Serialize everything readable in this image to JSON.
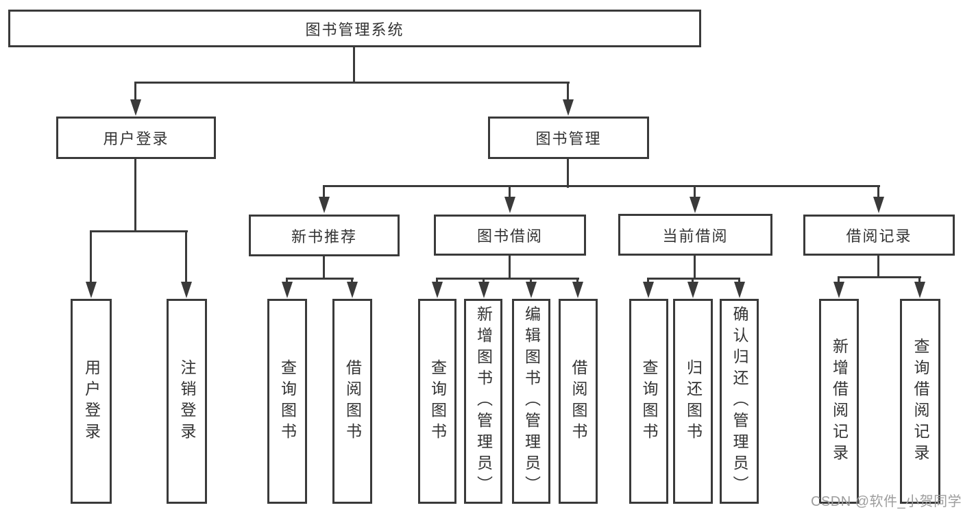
{
  "diagram": {
    "title": "图书管理系统",
    "level1": [
      {
        "label": "用户登录"
      },
      {
        "label": "图书管理"
      }
    ],
    "level2": [
      {
        "label": "新书推荐"
      },
      {
        "label": "图书借阅"
      },
      {
        "label": "当前借阅"
      },
      {
        "label": "借阅记录"
      }
    ],
    "leaves": {
      "user_login": [
        "用户登录",
        "注销登录"
      ],
      "new_book_recommend": [
        "查询图书",
        "借阅图书"
      ],
      "book_borrowing": [
        "查询图书",
        "新增图书（管理员）",
        "编辑图书（管理员）",
        "借阅图书"
      ],
      "current_borrowing": [
        "查询图书",
        "归还图书",
        "确认归还（管理员）"
      ],
      "borrowing_records": [
        "新增借阅记录",
        "查询借阅记录"
      ]
    },
    "colors": {
      "line": "#3a3a3a",
      "text": "#333333",
      "box_fill": "#ffffff"
    }
  },
  "watermark": {
    "text": "CSDN @软件_小贺同学",
    "color": "#9d9d9d"
  }
}
